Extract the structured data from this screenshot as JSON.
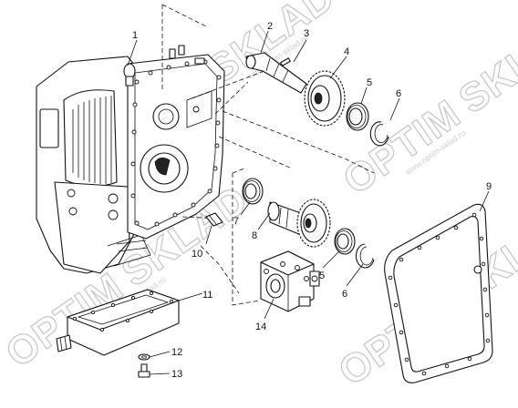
{
  "callouts": [
    {
      "id": "1",
      "text": "1"
    },
    {
      "id": "2",
      "text": "2"
    },
    {
      "id": "3",
      "text": "3"
    },
    {
      "id": "4",
      "text": "4"
    },
    {
      "id": "5a",
      "text": "5"
    },
    {
      "id": "6a",
      "text": "6"
    },
    {
      "id": "7",
      "text": "7"
    },
    {
      "id": "8",
      "text": "8"
    },
    {
      "id": "5b",
      "text": "5"
    },
    {
      "id": "6b",
      "text": "6"
    },
    {
      "id": "9",
      "text": "9"
    },
    {
      "id": "10",
      "text": "10"
    },
    {
      "id": "11",
      "text": "11"
    },
    {
      "id": "12",
      "text": "12"
    },
    {
      "id": "13",
      "text": "13"
    },
    {
      "id": "14",
      "text": "14"
    }
  ],
  "watermark": {
    "brand_a": "OPTIM",
    "brand_b": "SKLAD",
    "url": "www.optim-sklad.ru"
  }
}
